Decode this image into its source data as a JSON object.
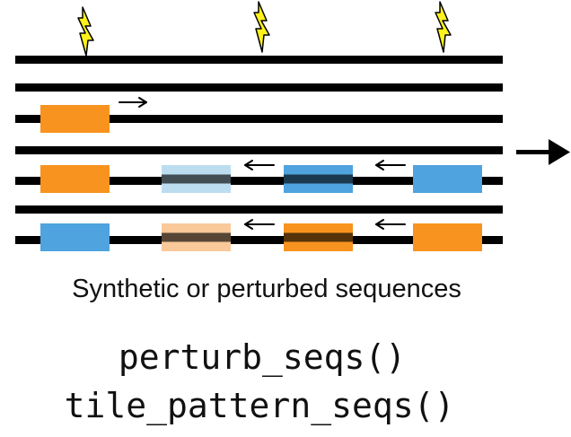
{
  "diagram": {
    "caption": "Synthetic or perturbed sequences",
    "functions": [
      "perturb_seqs()",
      "tile_pattern_seqs()"
    ],
    "colors": {
      "line": "#000000",
      "orange": "#F7931E",
      "blue": "#4FA3DE",
      "orange_faded": "#F9C99A",
      "blue_faded": "#BCDDF0",
      "bolt_fill": "#FFF21C",
      "bolt_stroke": "#000000",
      "arrow": "#000000"
    },
    "sequence_count": 7,
    "lightning_count": 3
  }
}
